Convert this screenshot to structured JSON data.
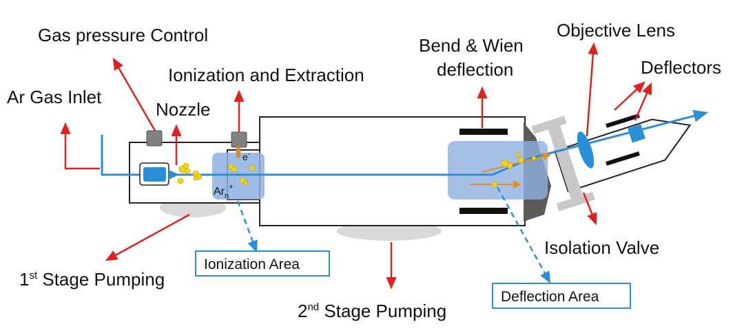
{
  "labels": {
    "gas_pressure_control": "Gas pressure Control",
    "ionization_extraction": "Ionization and Extraction",
    "ar_gas_inlet": "Ar Gas Inlet",
    "nozzle": "Nozzle",
    "bend_wien_line1": "Bend & Wien",
    "bend_wien_line2": "deflection",
    "objective_lens": "Objective Lens",
    "deflectors": "Deflectors",
    "isolation_valve": "Isolation Valve",
    "first_stage_num": "1",
    "first_stage_sup": "st",
    "first_stage_text": " Stage Pumping",
    "second_stage_num": "2",
    "second_stage_sup": "nd",
    "second_stage_text": " Stage Pumping",
    "ionization_area": "Ionization Area",
    "deflection_area": "Deflection Area",
    "electron": "e",
    "electron_sup": "-",
    "ion_base": "Ar",
    "ion_sub": "n",
    "ion_sup": "+"
  },
  "colors": {
    "beam": "#2a8fd6",
    "pointer": "#e0201b",
    "region_fill": "#8db0e0",
    "callout_border": "#2a8fd6",
    "dashed_leader": "#2a8fd6",
    "chamber_stroke": "#222222",
    "pump_gray": "#d9d9d9",
    "cluster": "#f2d21b",
    "orange_path": "#f08c1c"
  }
}
